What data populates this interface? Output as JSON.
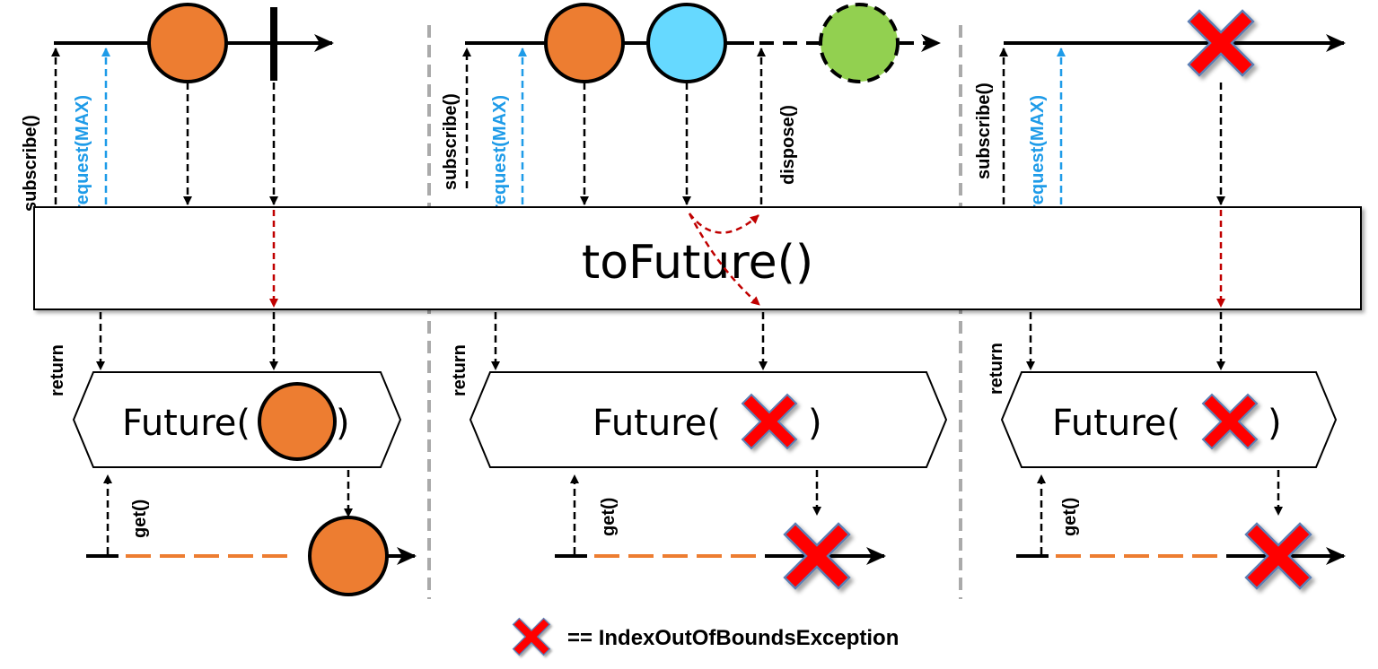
{
  "operator": {
    "label": "toFuture()"
  },
  "labels": {
    "subscribe": "subscribe()",
    "request": "request(MAX)",
    "dispose": "dispose()",
    "return": "return",
    "get": "get()",
    "future_open": "Future(",
    "future_close": ")"
  },
  "legend": {
    "text": "== IndexOutOfBoundsException"
  },
  "colors": {
    "orange": "#ED7D31",
    "cyan": "#66D9FF",
    "green": "#92D050",
    "request_blue": "#1E9BE8",
    "error_red": "#FF0000",
    "arrow_red": "#C00000",
    "divider_gray": "#AAAAAA",
    "get_dash": "#ED7D31"
  },
  "panels": [
    {
      "name": "single-value",
      "future_result": "orange-circle"
    },
    {
      "name": "multiple-values",
      "future_result": "error-x"
    },
    {
      "name": "error-signal",
      "future_result": "error-x"
    }
  ]
}
